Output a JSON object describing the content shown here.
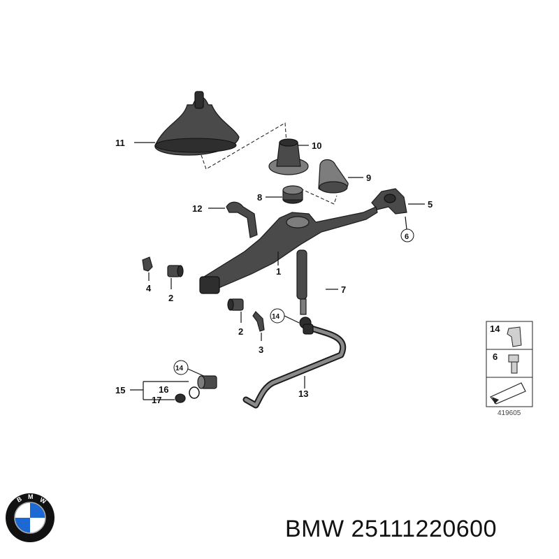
{
  "callouts": {
    "c1": "1",
    "c2a": "2",
    "c2b": "2",
    "c3": "3",
    "c4": "4",
    "c5": "5",
    "c6": "6",
    "c7": "7",
    "c8": "8",
    "c9": "9",
    "c10": "10",
    "c11": "11",
    "c12": "12",
    "c13": "13",
    "c14a": "14",
    "c14b": "14",
    "c15": "15",
    "c16": "16",
    "c17": "17"
  },
  "legend": {
    "item_a": "14",
    "item_b": "6"
  },
  "diagram_ref": "419605",
  "caption": "BMW 25111220600",
  "logo": {
    "text": "BMW",
    "colors": {
      "blue": "#1c69d4",
      "white": "#ffffff",
      "ring": "#111111"
    }
  }
}
